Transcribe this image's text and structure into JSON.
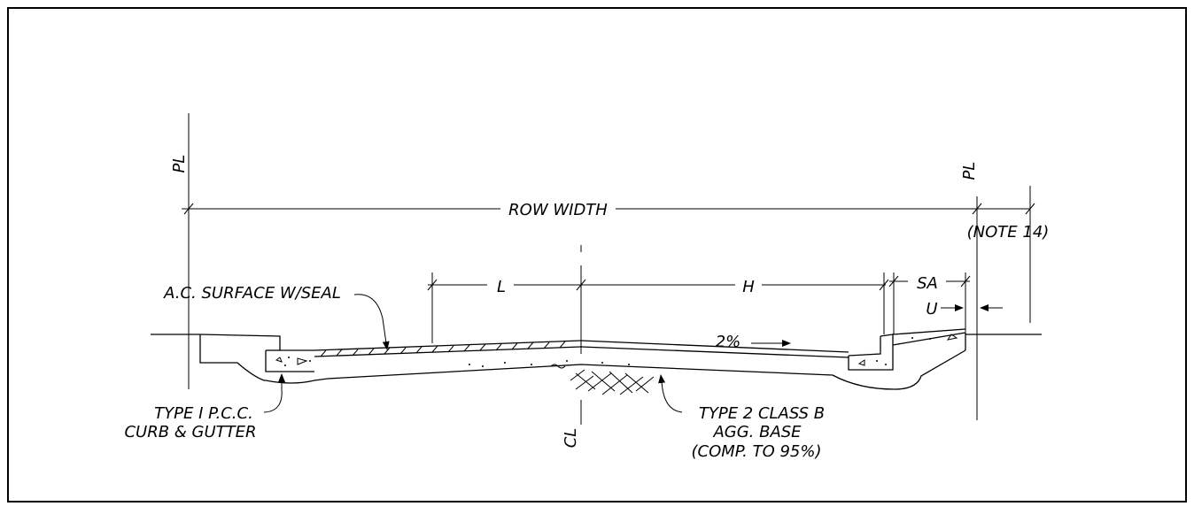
{
  "labels": {
    "prop_line_left": "PL",
    "prop_line_right": "PL",
    "row_width": "ROW WIDTH",
    "note": "(NOTE 14)",
    "dim_l": "L",
    "dim_h": "H",
    "dim_sa": "SA",
    "dim_u": "U",
    "slope": "2%",
    "ac_surface": "A.C. SURFACE W/SEAL",
    "curb_line1": "TYPE I P.C.C.",
    "curb_line2": "CURB & GUTTER",
    "base_line1": "TYPE 2 CLASS B",
    "base_line2": "AGG. BASE",
    "base_line3": "(COMP. TO 95%)",
    "centerline": "CL"
  }
}
